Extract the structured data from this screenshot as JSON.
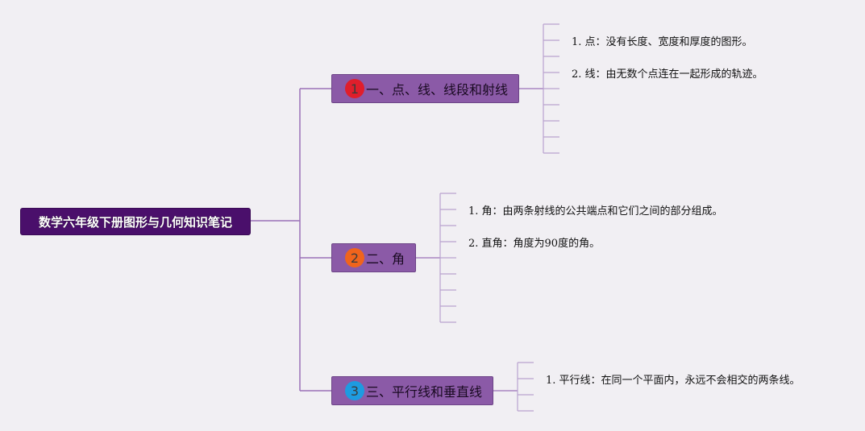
{
  "root": {
    "label": "数学六年级下册图形与几何知识笔记"
  },
  "topics": [
    {
      "num": "1",
      "label": "一、点、线、线段和射线",
      "badge_color": "#e01e2b",
      "items": [
        "1. 点：没有长度、宽度和厚度的图形。",
        "2. 线：由无数个点连在一起形成的轨迹。"
      ]
    },
    {
      "num": "2",
      "label": "二、角",
      "badge_color": "#f0641c",
      "items": [
        "1. 角：由两条射线的公共端点和它们之间的部分组成。",
        "2. 直角：角度为90度的角。"
      ]
    },
    {
      "num": "3",
      "label": "三、平行线和垂直线",
      "badge_color": "#1e9be0",
      "items": [
        "1. 平行线：在同一个平面内，永远不会相交的两条线。"
      ]
    }
  ],
  "colors": {
    "connector": "#9b71b8",
    "branch_line": "#b9a2cf",
    "root_bg": "#4a0f6b",
    "topic_bg": "#8b5aa7"
  }
}
